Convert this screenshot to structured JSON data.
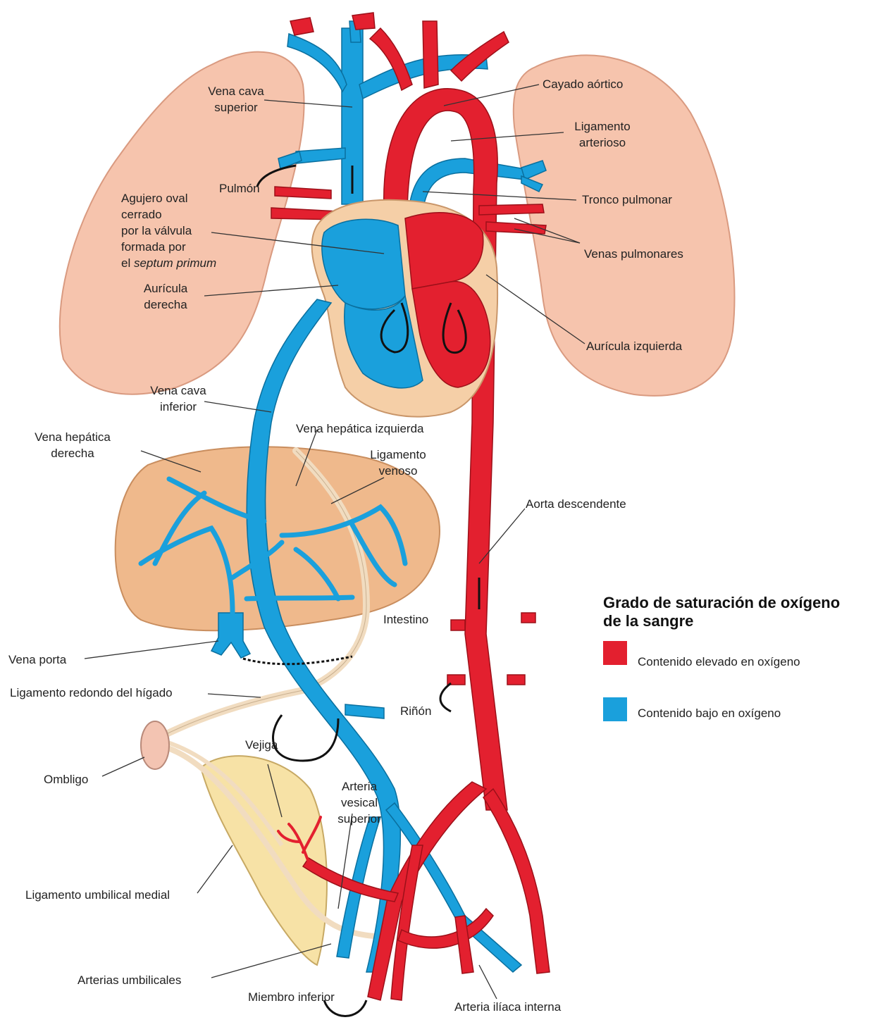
{
  "labels": {
    "vena_cava_superior": "Vena cava\nsuperior",
    "cayado_aortico": "Cayado aórtico",
    "ligamento_arterioso": "Ligamento\narterioso",
    "pulmon": "Pulmón",
    "agujero_oval_main": "Agujero oval\ncerrado\npor la válvula\nformada por\nel ",
    "agujero_oval_italic": "septum primum",
    "tronco_pulmonar": "Tronco pulmonar",
    "venas_pulmonares": "Venas pulmonares",
    "auricula_derecha": "Aurícula\nderecha",
    "auricula_izquierda": "Aurícula izquierda",
    "vena_cava_inferior": "Vena cava\ninferior",
    "vena_hepatica_izquierda": "Vena hepática izquierda",
    "vena_hepatica_derecha": "Vena hepática\nderecha",
    "ligamento_venoso": "Ligamento\nvenoso",
    "aorta_descendente": "Aorta descendente",
    "intestino": "Intestino",
    "vena_porta": "Vena porta",
    "ligamento_redondo": "Ligamento redondo del hígado",
    "rinon": "Riñón",
    "vejiga": "Vejiga",
    "ombligo": "Ombligo",
    "arteria_vesical_superior": "Arteria\nvesical\nsuperior",
    "ligamento_umbilical_medial": "Ligamento umbilical medial",
    "arterias_umbilicales": "Arterias umbilicales",
    "miembro_inferior": "Miembro inferior",
    "arteria_iliaca_interna": "Arteria ilíaca interna"
  },
  "legend": {
    "title": "Grado de saturación de oxígeno\nde la sangre",
    "items": [
      {
        "label": "Contenido elevado en oxígeno",
        "color": "#e3202f"
      },
      {
        "label": "Contenido bajo en oxígeno",
        "color": "#1aa0dc"
      }
    ]
  },
  "colors": {
    "oxygen_high": "#e3202f",
    "oxygen_low": "#1aa0dc",
    "lung": "#f6c4ad",
    "heart_sac": "#f5cfa7",
    "liver": "#efb98c",
    "bladder": "#f7e2a6",
    "ligament": "#f1dcc0"
  }
}
